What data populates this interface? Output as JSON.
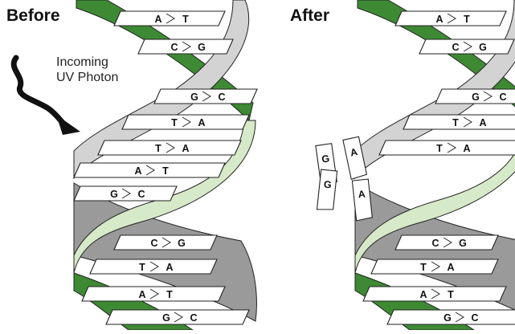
{
  "labels": {
    "before_title": "Before",
    "after_title": "After",
    "photon_line1": "Incoming",
    "photon_line2": "UV Photon"
  },
  "colors": {
    "strand_green_dark": "#3e8a34",
    "strand_green_light": "#d6e9c8",
    "strand_gray_light": "#d3d3d3",
    "strand_gray_dark": "#8c8c8c",
    "outline": "#222222",
    "arrow": "#111111"
  },
  "before": {
    "rungs": [
      {
        "top": "A",
        "bottom": "T"
      },
      {
        "top": "C",
        "bottom": "G"
      },
      {
        "top": "G",
        "bottom": "C"
      },
      {
        "top": "T",
        "bottom": "A"
      },
      {
        "top": "T",
        "bottom": "A"
      },
      {
        "top": "A",
        "bottom": "T"
      },
      {
        "top": "G",
        "bottom": "C"
      },
      {
        "top": "C",
        "bottom": "G"
      },
      {
        "top": "T",
        "bottom": "A"
      },
      {
        "top": "A",
        "bottom": "T"
      },
      {
        "top": "G",
        "bottom": "C"
      }
    ]
  },
  "after": {
    "rungs": [
      {
        "top": "A",
        "bottom": "T"
      },
      {
        "top": "C",
        "bottom": "G"
      },
      {
        "top": "G",
        "bottom": "C"
      },
      {
        "top": "T",
        "bottom": "A"
      },
      {
        "top": "T",
        "bottom": "A"
      },
      {
        "top": "G",
        "bottom": "A"
      },
      {
        "top": "G",
        "bottom": "A"
      },
      {
        "top": "C",
        "bottom": "G"
      },
      {
        "top": "T",
        "bottom": "A"
      },
      {
        "top": "A",
        "bottom": "T"
      },
      {
        "top": "G",
        "bottom": "C"
      }
    ]
  }
}
